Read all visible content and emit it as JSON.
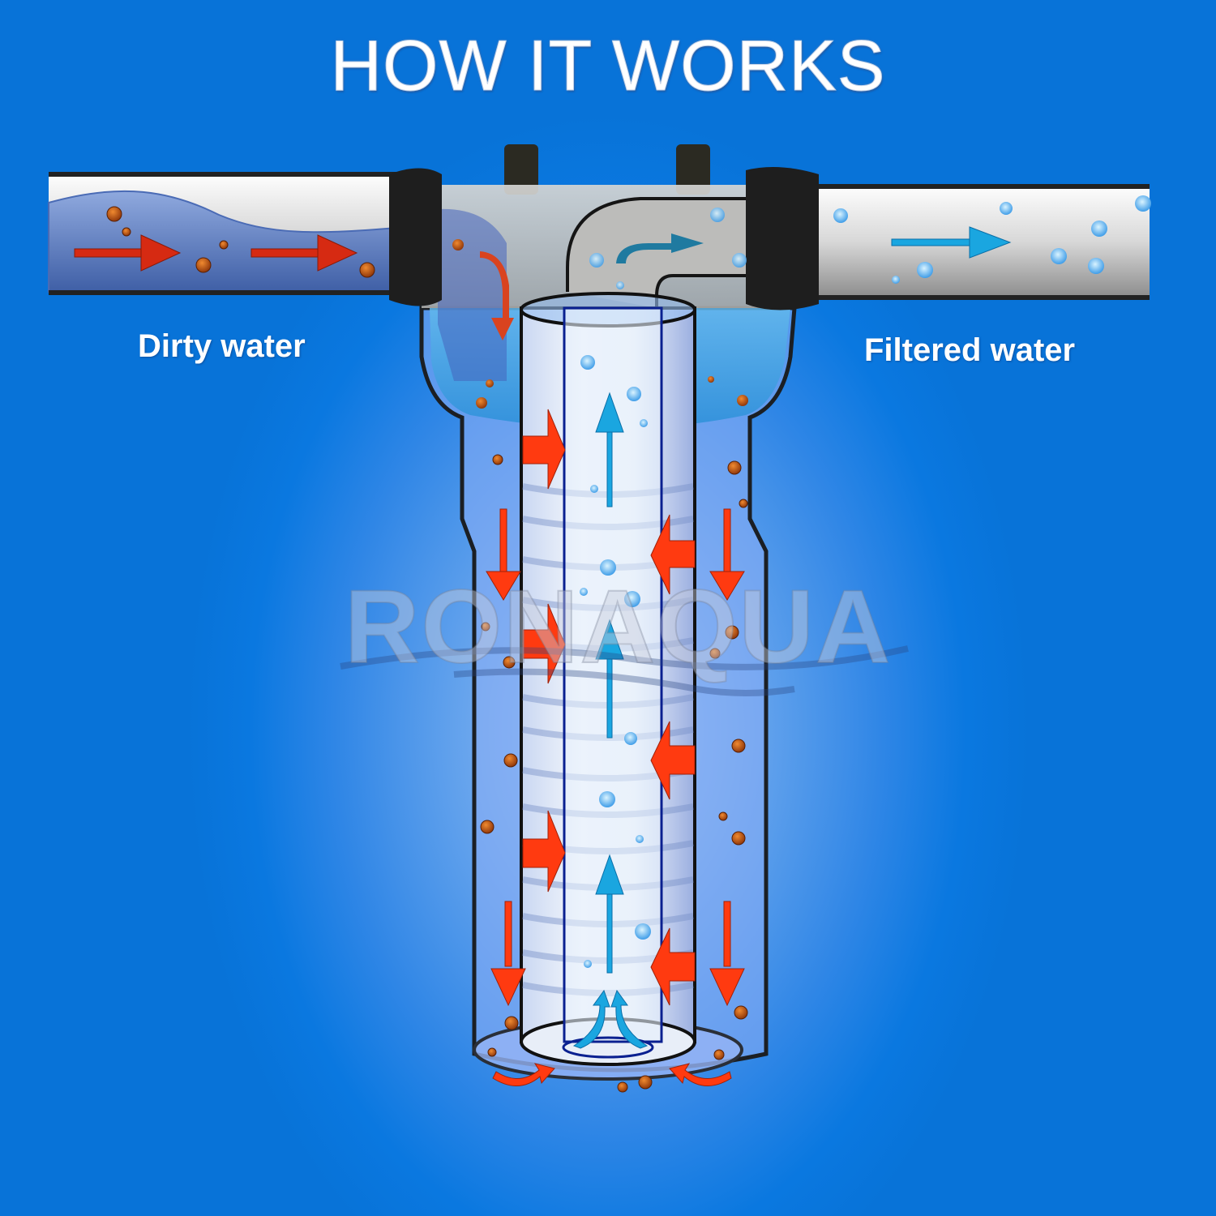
{
  "title": "HOW IT WORKS",
  "labels": {
    "inlet": "Dirty water",
    "outlet": "Filtered water"
  },
  "watermark": "RONAQUA",
  "colors": {
    "background_edge": "#0873d8",
    "background_center": "#9cc4f4",
    "dirty_flow_arrow": "#e8361c",
    "clean_flow_arrow": "#1aa6e0",
    "particle": "#b5541a",
    "bubble": "#58b4f0",
    "housing_outline": "#1b1f24",
    "pipe_fill": "#e6e6e6"
  },
  "flow": {
    "inlet_direction": "left-to-right into housing",
    "housing_flow": "dirty water flows down around cartridge, passes inward through filter",
    "core_flow": "filtered water rises up center tube",
    "outlet_direction": "out through elbow to right pipe"
  }
}
